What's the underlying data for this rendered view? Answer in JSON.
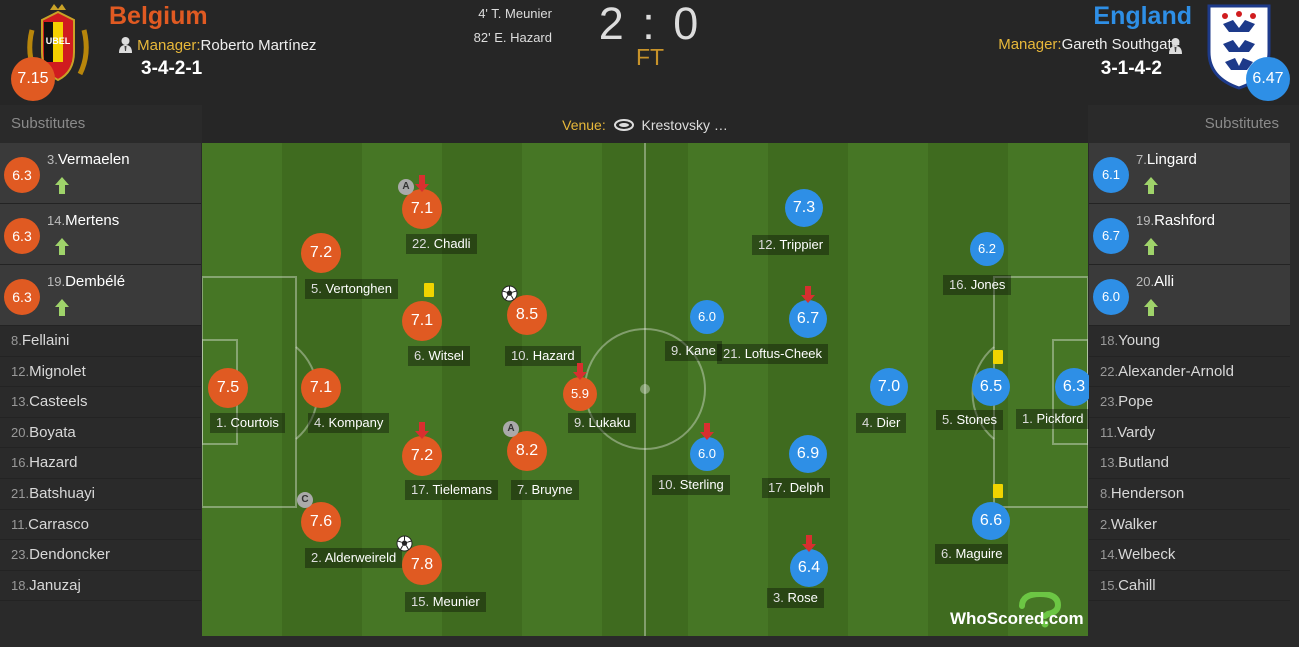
{
  "match": {
    "score": "2 : 0",
    "status": "FT",
    "goals": [
      {
        "minute": "4'",
        "player": "T. Meunier"
      },
      {
        "minute": "82'",
        "player": "E. Hazard"
      }
    ],
    "venue_label": "Venue:",
    "venue": "Krestovsky …"
  },
  "home": {
    "name": "Belgium",
    "manager_label": "Manager:",
    "manager": "Roberto Martínez",
    "formation": "3-4-2-1",
    "rating": "7.15",
    "color": "#e05a22",
    "crest_text": "UBEL",
    "substitutes_title": "Substitutes",
    "subs_used": [
      {
        "num": "3.",
        "name": "Vermaelen",
        "rating": "6.3"
      },
      {
        "num": "14.",
        "name": "Mertens",
        "rating": "6.3"
      },
      {
        "num": "19.",
        "name": "Dembélé",
        "rating": "6.3"
      }
    ],
    "bench": [
      {
        "num": "8.",
        "name": "Fellaini"
      },
      {
        "num": "12.",
        "name": "Mignolet"
      },
      {
        "num": "13.",
        "name": "Casteels"
      },
      {
        "num": "20.",
        "name": "Boyata"
      },
      {
        "num": "16.",
        "name": "Hazard"
      },
      {
        "num": "21.",
        "name": "Batshuayi"
      },
      {
        "num": "11.",
        "name": "Carrasco"
      },
      {
        "num": "23.",
        "name": "Dendoncker"
      },
      {
        "num": "18.",
        "name": "Januzaj"
      }
    ],
    "players": [
      {
        "num": "1.",
        "name": "Courtois",
        "rating": "7.5"
      },
      {
        "num": "4.",
        "name": "Kompany",
        "rating": "7.1"
      },
      {
        "num": "5.",
        "name": "Vertonghen",
        "rating": "7.2"
      },
      {
        "num": "2.",
        "name": "Alderweireld",
        "rating": "7.6",
        "badge": "C"
      },
      {
        "num": "22.",
        "name": "Chadli",
        "rating": "7.1",
        "badge": "A",
        "subbed_off": true
      },
      {
        "num": "6.",
        "name": "Witsel",
        "rating": "7.1",
        "card": "yellow"
      },
      {
        "num": "17.",
        "name": "Tielemans",
        "rating": "7.2",
        "subbed_off": true
      },
      {
        "num": "15.",
        "name": "Meunier",
        "rating": "7.8",
        "goal": true
      },
      {
        "num": "10.",
        "name": "Hazard",
        "rating": "8.5",
        "goal": true
      },
      {
        "num": "7.",
        "name": "Bruyne",
        "rating": "8.2",
        "badge": "A"
      },
      {
        "num": "9.",
        "name": "Lukaku",
        "rating": "5.9",
        "subbed_off": true
      }
    ]
  },
  "away": {
    "name": "England",
    "manager_label": "Manager:",
    "manager": "Gareth Southgate",
    "formation": "3-1-4-2",
    "rating": "6.47",
    "color": "#2e8fe6",
    "substitutes_title": "Substitutes",
    "subs_used": [
      {
        "num": "7.",
        "name": "Lingard",
        "rating": "6.1"
      },
      {
        "num": "19.",
        "name": "Rashford",
        "rating": "6.7"
      },
      {
        "num": "20.",
        "name": "Alli",
        "rating": "6.0"
      }
    ],
    "bench": [
      {
        "num": "18.",
        "name": "Young"
      },
      {
        "num": "22.",
        "name": "Alexander-Arnold"
      },
      {
        "num": "23.",
        "name": "Pope"
      },
      {
        "num": "11.",
        "name": "Vardy"
      },
      {
        "num": "13.",
        "name": "Butland"
      },
      {
        "num": "8.",
        "name": "Henderson"
      },
      {
        "num": "2.",
        "name": "Walker"
      },
      {
        "num": "14.",
        "name": "Welbeck"
      },
      {
        "num": "15.",
        "name": "Cahill"
      }
    ],
    "players": [
      {
        "num": "12.",
        "name": "Trippier",
        "rating": "7.3"
      },
      {
        "num": "16.",
        "name": "Jones",
        "rating": "6.2"
      },
      {
        "num": "9.",
        "name": "Kane",
        "rating": "6.0"
      },
      {
        "num": "21.",
        "name": "Loftus-Cheek",
        "rating": "6.7",
        "subbed_off": true
      },
      {
        "num": "4.",
        "name": "Dier",
        "rating": "7.0"
      },
      {
        "num": "5.",
        "name": "Stones",
        "rating": "6.5",
        "card": "yellow"
      },
      {
        "num": "1.",
        "name": "Pickford",
        "rating": "6.3"
      },
      {
        "num": "10.",
        "name": "Sterling",
        "rating": "6.0",
        "subbed_off": true
      },
      {
        "num": "17.",
        "name": "Delph",
        "rating": "6.9"
      },
      {
        "num": "6.",
        "name": "Maguire",
        "rating": "6.6",
        "card": "yellow"
      },
      {
        "num": "3.",
        "name": "Rose",
        "rating": "6.4",
        "subbed_off": true
      }
    ]
  },
  "branding": {
    "logo_text": "WhoScored",
    "logo_suffix": ".com"
  }
}
